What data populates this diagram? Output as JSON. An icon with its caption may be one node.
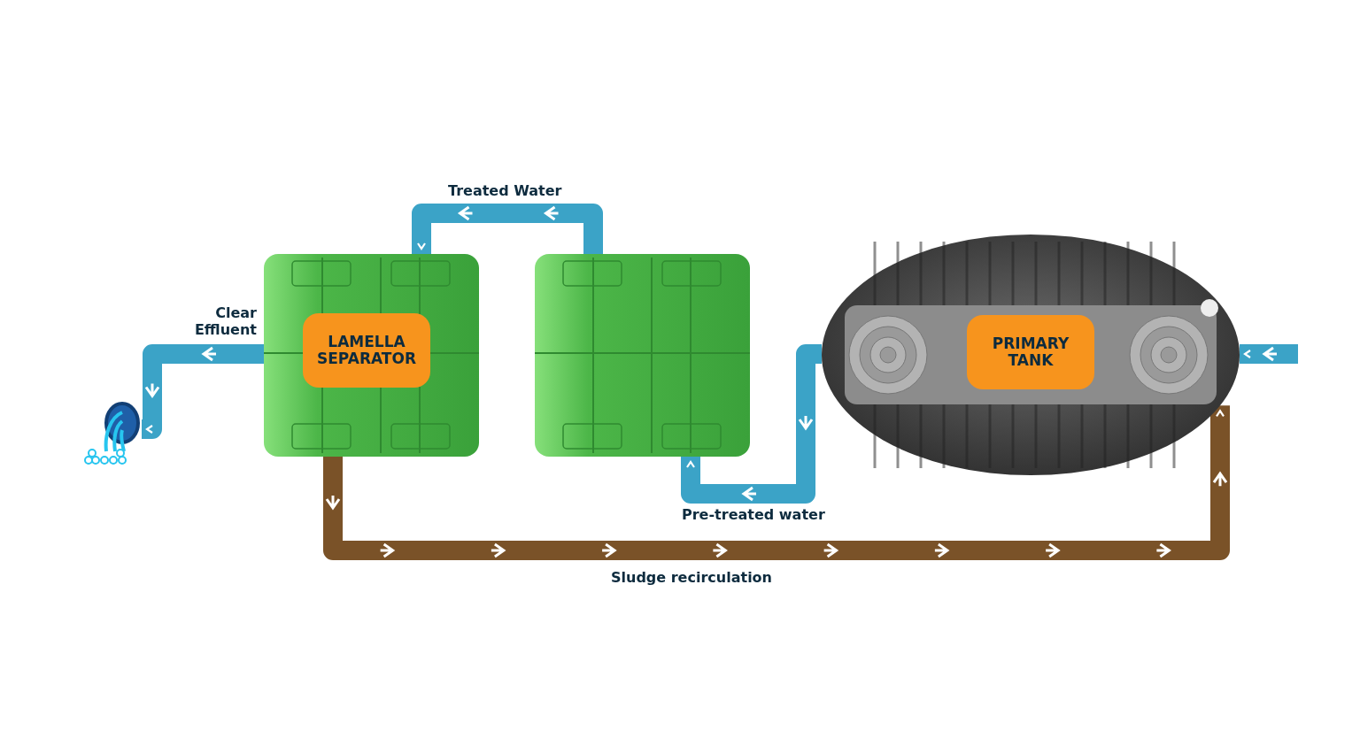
{
  "diagram": {
    "nodes": [
      {
        "text": [
          "LAMELLA SEPARATOR"
        ]
      },
      {
        "text": [],
        "shape": "box"
      },
      {
        "text": [
          "PRIMARY TANK"
        ]
      },
      {
        "text": [],
        "shape": "picture"
      }
    ],
    "edges": [
      {
        "from": null,
        "to": 2,
        "arrow": "to"
      },
      {
        "from": 2,
        "to": 1,
        "arrow": "to",
        "label": "Pre-treated water"
      },
      {
        "from": 1,
        "to": 0,
        "arrow": "to",
        "label": "Treated Water"
      },
      {
        "from": 0,
        "to": 3,
        "arrow": "to",
        "label": "Clear Effluent"
      },
      {
        "from": 0,
        "to": 2,
        "arrow": "to",
        "label": "Sludge recirculation",
        "color": "#7a5228"
      }
    ]
  }
}
